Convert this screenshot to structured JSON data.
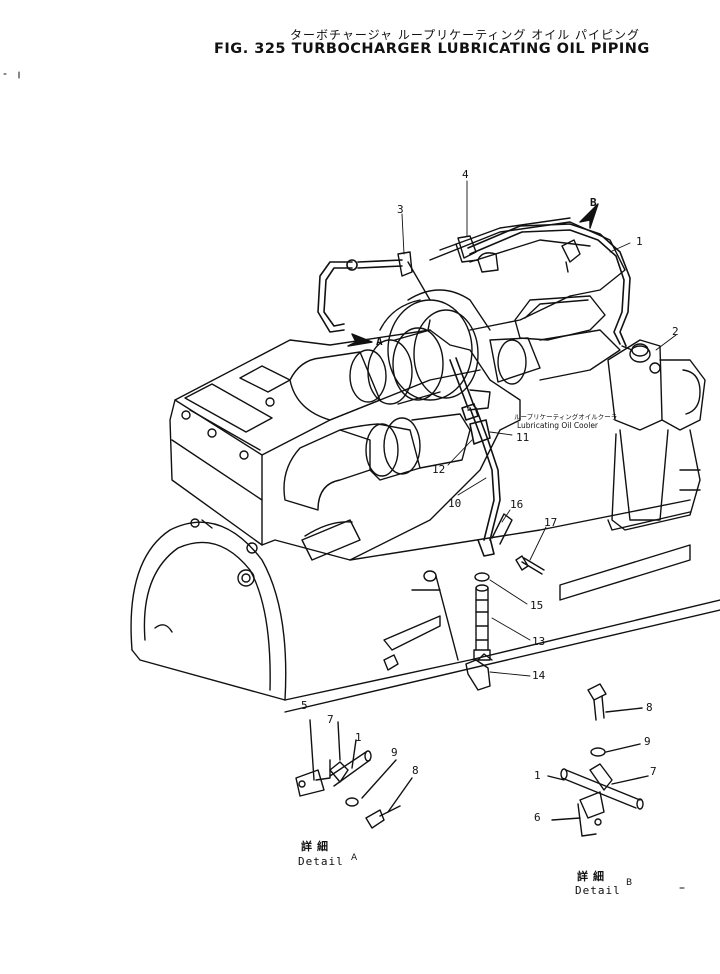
{
  "header": {
    "title_jp": "ターボチャージャ ループリケーティング オイル パイピング",
    "title_en": "FIG. 325  TURBOCHARGER  LUBRICATING  OIL  PIPING"
  },
  "note": {
    "label_jp": "ループリケーティングオイルクーラ",
    "label_en": "Lubricating Oil Cooler"
  },
  "callouts": [
    "1",
    "2",
    "3",
    "4",
    "5",
    "6",
    "7",
    "8",
    "9",
    "10",
    "11",
    "12",
    "13",
    "14",
    "15",
    "16",
    "17"
  ],
  "view_marks": {
    "a": "A",
    "b": "B"
  },
  "details": {
    "a": {
      "label_jp": "詳細",
      "label_en": "Detail",
      "letter": "A",
      "parts": [
        "5",
        "7",
        "1",
        "9",
        "8"
      ]
    },
    "b": {
      "label_jp": "詳細",
      "label_en": "Detail",
      "letter": "B",
      "parts": [
        "8",
        "9",
        "1",
        "7",
        "6"
      ]
    }
  }
}
